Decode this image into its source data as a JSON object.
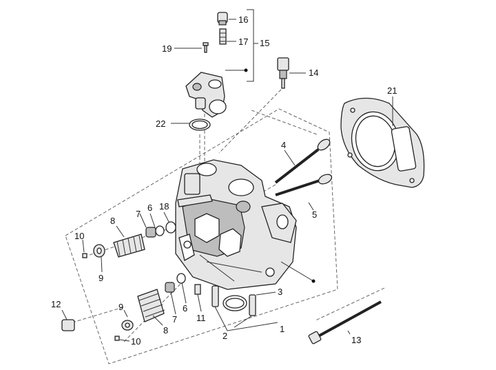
{
  "callouts": {
    "c1": "1",
    "c2": "2",
    "c3": "3",
    "c4": "4",
    "c5": "5",
    "c6a": "6",
    "c6b": "6",
    "c7a": "7",
    "c7b": "7",
    "c8a": "8",
    "c8b": "8",
    "c9a": "9",
    "c9b": "9",
    "c10a": "10",
    "c10b": "10",
    "c11": "11",
    "c12": "12",
    "c13": "13",
    "c14": "14",
    "c15": "15",
    "c16": "16",
    "c17": "17",
    "c18": "18",
    "c19": "19",
    "c21": "21",
    "c22": "22"
  }
}
